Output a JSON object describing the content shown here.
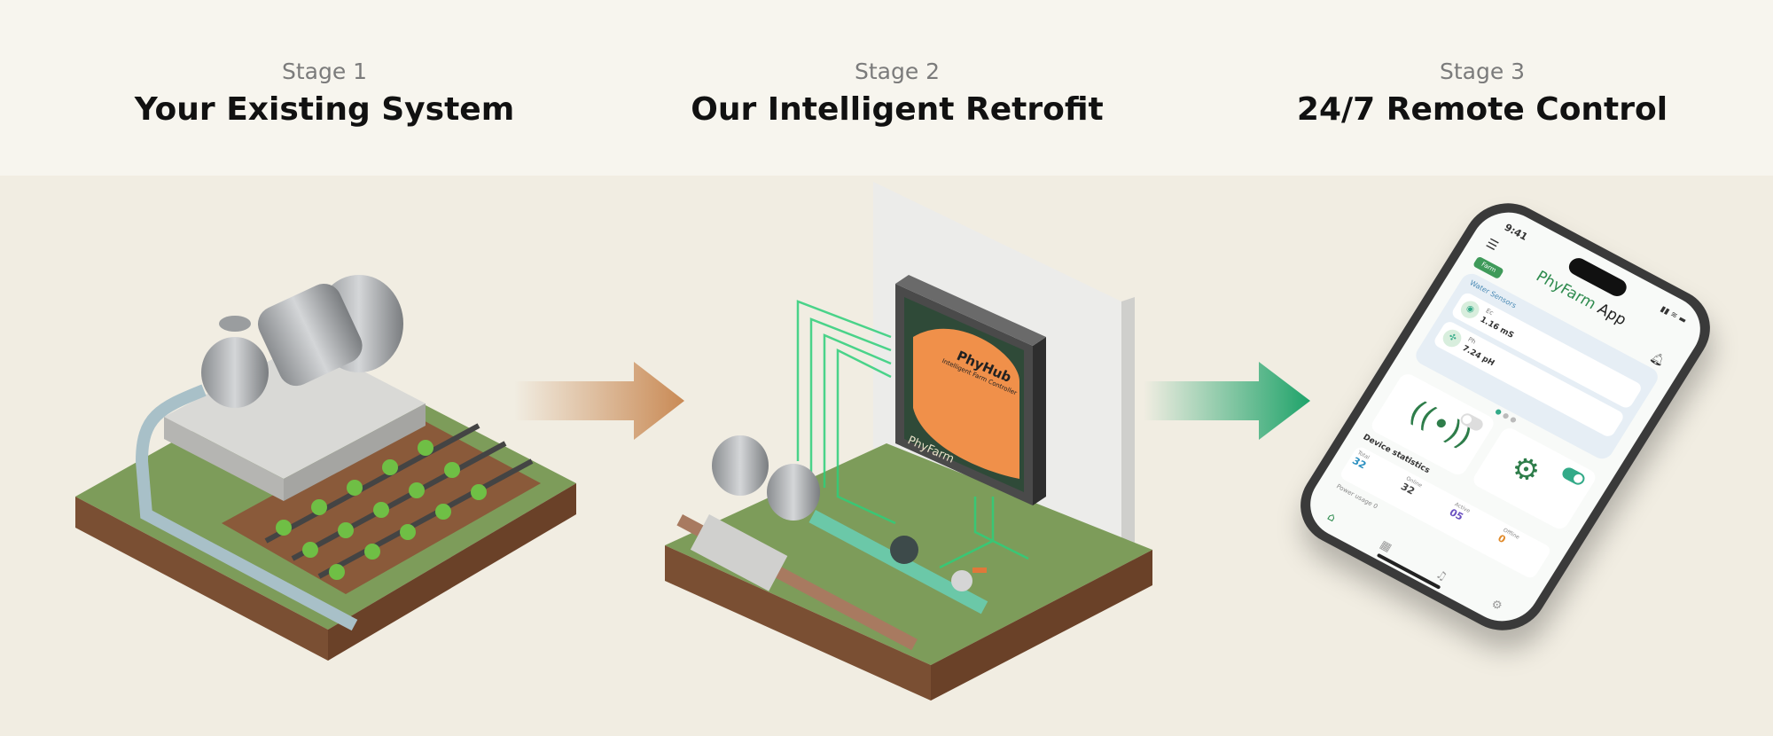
{
  "stages": [
    {
      "label": "Stage 1",
      "title": "Your Existing System"
    },
    {
      "label": "Stage 2",
      "title": "Our Intelligent Retrofit"
    },
    {
      "label": "Stage 3",
      "title": "24/7 Remote Control"
    }
  ],
  "controller": {
    "name": "PhyHub",
    "subtitle": "Intelligent Farm Controller",
    "brand": "PhyFarm"
  },
  "app": {
    "time": "9:41",
    "title_brand": "PhyFarm",
    "title_suffix": "App",
    "pill": "Farm",
    "sensors_heading": "Water Sensors",
    "sensors": [
      {
        "label": "Ec",
        "value": "1.16 mS"
      },
      {
        "label": "Ph",
        "value": "7.24 pH"
      }
    ],
    "stats_heading": "Device statistics",
    "stats": [
      {
        "label": "Total",
        "value": "32",
        "color": "#2a8fc0"
      },
      {
        "label": "Online",
        "value": "32",
        "color": "#444444"
      },
      {
        "label": "Active",
        "value": "05",
        "color": "#6a4fc0"
      },
      {
        "label": "Offline",
        "value": "0",
        "color": "#e08a2a"
      }
    ],
    "power_label": "Power usage",
    "power_value": "0"
  },
  "colors": {
    "arrow1": "#c98a55",
    "arrow2": "#1fa36a",
    "brand_green": "#2e8b4e",
    "panel_orange": "#f0904a",
    "panel_green": "#2f4a38"
  }
}
